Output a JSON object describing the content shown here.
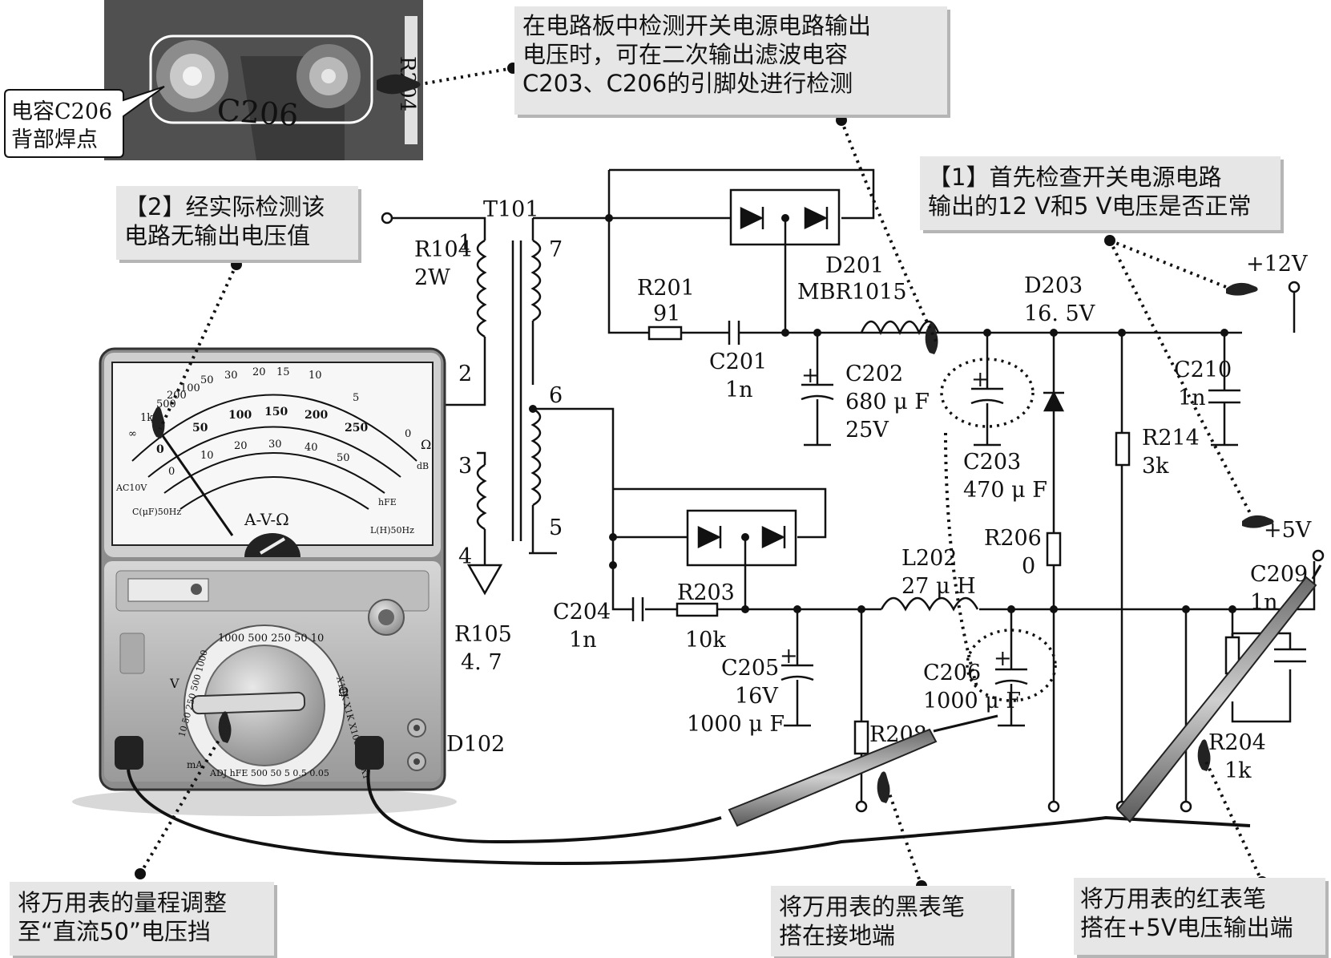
{
  "photo": {
    "board_marking": "C206",
    "side_marking": "R204",
    "bubble_lines": [
      "电容C206",
      "背部焊点"
    ]
  },
  "callouts": {
    "top_note": [
      "在电路板中检测开关电源电路输出",
      "电压时，可在二次输出滤波电容",
      "C203、C206的引脚处进行检测"
    ],
    "step1": [
      "【1】首先检查开关电源电路",
      "输出的12 V和5 V电压是否正常"
    ],
    "step2": [
      "【2】经实际检测该",
      "电路无输出电压值"
    ],
    "range_note": [
      "将万用表的量程调整",
      "至“直流50”电压挡"
    ],
    "black_probe_note": [
      "将万用表的黑表笔",
      "搭在接地端"
    ],
    "red_probe_note": [
      "将万用表的红表笔",
      "搭在+5V电压输出端"
    ]
  },
  "components": {
    "T101": "T101",
    "R104": [
      "R104",
      "2W"
    ],
    "R105": [
      "R105",
      "4. 7"
    ],
    "D102": "D102",
    "pins": [
      "1",
      "2",
      "3",
      "4",
      "7",
      "6",
      "5"
    ],
    "D201": [
      "D201",
      "MBR1015"
    ],
    "R201": [
      "R201",
      "91"
    ],
    "C201": [
      "C201",
      "1n"
    ],
    "C202": [
      "C202",
      "680 μ F",
      "25V"
    ],
    "C203": [
      "C203",
      "470 μ F"
    ],
    "D203": [
      "D203",
      "16. 5V"
    ],
    "R214": [
      "R214",
      "3k"
    ],
    "C210": [
      "C210",
      "1n"
    ],
    "V12": "+12V",
    "V5": "+5V",
    "R206": [
      "R206",
      "0"
    ],
    "L202": [
      "L202",
      "27 μ H"
    ],
    "C209": [
      "C209",
      "1n"
    ],
    "C204": [
      "C204",
      "1n"
    ],
    "R203": [
      "R203",
      "10k"
    ],
    "C205": [
      "C205",
      "16V",
      "1000 μ F"
    ],
    "C206": [
      "C206",
      "1000 μ F"
    ],
    "R208": "R208",
    "R204": [
      "R204",
      "1k"
    ],
    "plus": "+"
  },
  "meter": {
    "dial_label": "A-V-Ω",
    "scale_top": [
      "∞",
      "1k",
      "500",
      "200",
      "100",
      "50",
      "30",
      "20",
      "15",
      "10",
      "5",
      "0"
    ],
    "scale_mid": [
      "0",
      "50",
      "100",
      "150",
      "200",
      "250"
    ],
    "scale_low": [
      "0",
      "10",
      "20",
      "30",
      "40",
      "50"
    ],
    "scale_small_labels": [
      "AC10V",
      "C(μF)50Hz",
      "L(H)50Hz",
      "hFE",
      "dB"
    ],
    "ohm_symbol": "Ω",
    "range_v_label": "V",
    "range_ma_label": "mA",
    "range_ohm_label": "Ω",
    "range_arc_top": "1000 500 250 50 10",
    "range_arc_right": "X10K X1K X100 X10 X1",
    "range_arc_left": "10 50 250 500 1000",
    "range_arc_bottom": "ADJ hFE 500 50 5 0.5 0.05"
  }
}
